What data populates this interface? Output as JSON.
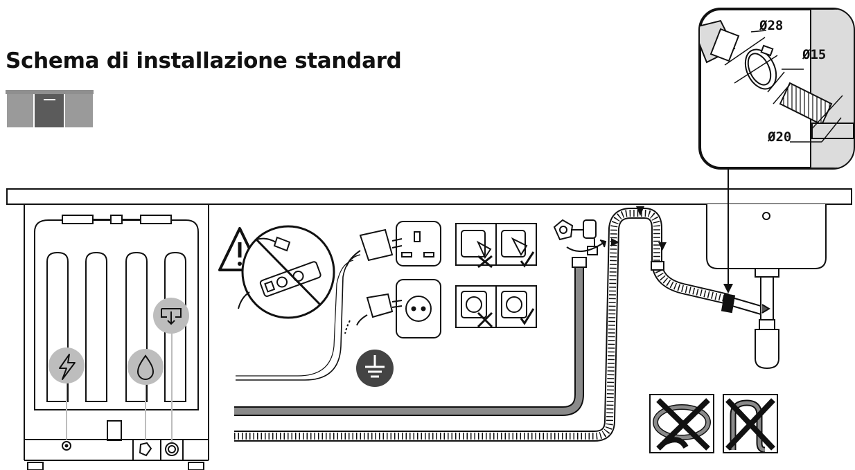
{
  "title": "Schema di installazione standard",
  "detail_labels": {
    "drain_outlet_diameter": "Ø28",
    "hose_inner_diameter": "Ø15",
    "hose_outer_diameter": "Ø20"
  },
  "connections": [
    {
      "icon": "electric-bolt-icon"
    },
    {
      "icon": "water-drop-icon"
    },
    {
      "icon": "drain-icon"
    }
  ],
  "warnings": [
    {
      "icon": "warning-triangle-icon"
    },
    {
      "icon": "no-power-strip-icon"
    },
    {
      "icon": "ground-symbol-icon"
    }
  ],
  "colors": {
    "line": "#111111",
    "hose_gray": "#8a8a8a",
    "badge_gray": "#bdbdbd",
    "ground_badge": "#444444",
    "cabinet_gray": "#8f8f8f",
    "cabinet_dark": "#5b5b5b"
  }
}
